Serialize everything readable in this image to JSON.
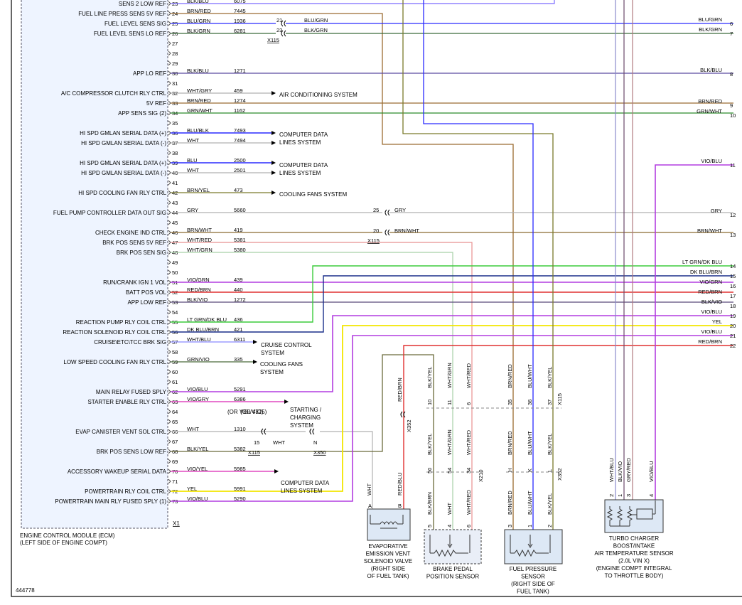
{
  "figure_id": "444778",
  "ecm": {
    "title_line1": "ENGINE CONTROL MODULE (ECM)",
    "title_line2": "(LEFT SIDE OF ENGINE COMPT)",
    "connector": "X1",
    "pins": [
      {
        "num": "23",
        "label": "SENS 2 LOW REF",
        "color": "BLK/BLU",
        "circuit": "6075"
      },
      {
        "num": "24",
        "label": "FUEL LINE PRESS SENS 5V REF",
        "color": "BRN/RED",
        "circuit": "7445"
      },
      {
        "num": "25",
        "label": "FUEL LEVEL SENS SIG",
        "color": "BLU/GRN",
        "circuit": "1936"
      },
      {
        "num": "26",
        "label": "FUEL LEVEL SENS LO REF",
        "color": "BLK/GRN",
        "circuit": "6281"
      },
      {
        "num": "27",
        "label": "",
        "color": "",
        "circuit": ""
      },
      {
        "num": "28",
        "label": "",
        "color": "",
        "circuit": ""
      },
      {
        "num": "29",
        "label": "",
        "color": "",
        "circuit": ""
      },
      {
        "num": "30",
        "label": "APP LO REF",
        "color": "BLK/BLU",
        "circuit": "1271"
      },
      {
        "num": "31",
        "label": "",
        "color": "",
        "circuit": ""
      },
      {
        "num": "32",
        "label": "A/C COMPRESSOR CLUTCH RLY CTRL",
        "color": "WHT/GRY",
        "circuit": "459"
      },
      {
        "num": "33",
        "label": "5V REF",
        "color": "BRN/RED",
        "circuit": "1274"
      },
      {
        "num": "34",
        "label": "APP SENS SIG (2)",
        "color": "GRN/WHT",
        "circuit": "1162"
      },
      {
        "num": "35",
        "label": "",
        "color": "",
        "circuit": ""
      },
      {
        "num": "36",
        "label": "HI SPD GMLAN SERIAL DATA (+)",
        "color": "BLU/BLK",
        "circuit": "7493"
      },
      {
        "num": "37",
        "label": "HI SPD GMLAN SERIAL DATA (-)",
        "color": "WHT",
        "circuit": "7494"
      },
      {
        "num": "38",
        "label": "",
        "color": "",
        "circuit": ""
      },
      {
        "num": "39",
        "label": "HI SPD GMLAN SERIAL DATA (+)",
        "color": "BLU",
        "circuit": "2500"
      },
      {
        "num": "40",
        "label": "HI SPD GMLAN SERIAL DATA (-)",
        "color": "WHT",
        "circuit": "2501"
      },
      {
        "num": "41",
        "label": "",
        "color": "",
        "circuit": ""
      },
      {
        "num": "42",
        "label": "HI SPD COOLING FAN RLY CTRL",
        "color": "BRN/YEL",
        "circuit": "473"
      },
      {
        "num": "43",
        "label": "",
        "color": "",
        "circuit": ""
      },
      {
        "num": "44",
        "label": "FUEL PUMP CONTROLLER DATA OUT SIG",
        "color": "GRY",
        "circuit": "5660"
      },
      {
        "num": "45",
        "label": "",
        "color": "",
        "circuit": ""
      },
      {
        "num": "46",
        "label": "CHECK ENGINE IND CTRL",
        "color": "BRN/WHT",
        "circuit": "419"
      },
      {
        "num": "47",
        "label": "BRK POS SENS 5V REF",
        "color": "WHT/RED",
        "circuit": "5381"
      },
      {
        "num": "48",
        "label": "BRK POS SEN SIG",
        "color": "WHT/GRN",
        "circuit": "5380"
      },
      {
        "num": "49",
        "label": "",
        "color": "",
        "circuit": ""
      },
      {
        "num": "50",
        "label": "",
        "color": "",
        "circuit": ""
      },
      {
        "num": "51",
        "label": "RUN/CRANK IGN 1 VOL",
        "color": "VIO/GRN",
        "circuit": "439"
      },
      {
        "num": "52",
        "label": "BATT POS VOL",
        "color": "RED/BRN",
        "circuit": "440"
      },
      {
        "num": "53",
        "label": "APP LOW REF",
        "color": "BLK/VIO",
        "circuit": "1272"
      },
      {
        "num": "54",
        "label": "",
        "color": "",
        "circuit": ""
      },
      {
        "num": "55",
        "label": "REACTION PUMP RLY COIL CTRL",
        "color": "LT GRN/DK BLU",
        "circuit": "436"
      },
      {
        "num": "56",
        "label": "REACTION SOLENOID RLY COIL CTRL",
        "color": "DK BLU/BRN",
        "circuit": "421"
      },
      {
        "num": "57",
        "label": "CRUISE\\ETC\\TCC BRK SIG",
        "color": "WHT/BLU",
        "circuit": "6311"
      },
      {
        "num": "58",
        "label": "",
        "color": "",
        "circuit": ""
      },
      {
        "num": "59",
        "label": "LOW SPEED COOLING FAN RLY CTRL",
        "color": "GRN/VIO",
        "circuit": "335"
      },
      {
        "num": "60",
        "label": "",
        "color": "",
        "circuit": ""
      },
      {
        "num": "61",
        "label": "",
        "color": "",
        "circuit": ""
      },
      {
        "num": "62",
        "label": "MAIN RELAY FUSED SPLY",
        "color": "VIO/BLU",
        "circuit": "5291"
      },
      {
        "num": "63",
        "label": "STARTER ENABLE RLY CTRL",
        "color": "VIO/GRY",
        "circuit": "6386"
      },
      {
        "num": "64",
        "label": "",
        "color": "",
        "circuit": ""
      },
      {
        "num": "65",
        "label": "",
        "color": "",
        "circuit": ""
      },
      {
        "num": "66",
        "label": "EVAP CANISTER VENT SOL CTRL",
        "color": "WHT",
        "circuit": "1310"
      },
      {
        "num": "67",
        "label": "",
        "color": "",
        "circuit": ""
      },
      {
        "num": "68",
        "label": "BRK POS SENS LOW REF",
        "color": "BLK/YEL",
        "circuit": "5382"
      },
      {
        "num": "69",
        "label": "",
        "color": "",
        "circuit": ""
      },
      {
        "num": "70",
        "label": "ACCESSORY WAKEUP SERIAL DATA",
        "color": "VIO/YEL",
        "circuit": "5985"
      },
      {
        "num": "71",
        "label": "",
        "color": "",
        "circuit": ""
      },
      {
        "num": "72",
        "label": "POWERTRAIN RLY COIL CTRL",
        "color": "YEL",
        "circuit": "5991"
      },
      {
        "num": "73",
        "label": "POWERTRAIN MAIN RLY FUSED SPLY (1)",
        "color": "VIO/BLU",
        "circuit": "5290"
      }
    ],
    "pin63_alt_color": "(OR YEL/VIO)",
    "pin63_alt_circuit": "(OR 4325)"
  },
  "arrow_targets": {
    "ac": "AIR CONDITIONING SYSTEM",
    "data1_l1": "COMPUTER DATA",
    "data1_l2": "LINES SYSTEM",
    "data2_l1": "COMPUTER DATA",
    "data2_l2": "LINES SYSTEM",
    "fans": "COOLING FANS SYSTEM",
    "cruise_l1": "CRUISE CONTROL",
    "cruise_l2": "SYSTEM",
    "lowfan_l1": "COOLING FANS",
    "lowfan_l2": "SYSTEM",
    "starting_l1": "STARTING /",
    "starting_l2": "CHARGING",
    "starting_l3": "SYSTEM",
    "data3_l1": "COMPUTER DATA",
    "data3_l2": "LINES SYSTEM"
  },
  "inline": {
    "x115_pin21": "21",
    "x115_pin21_color": "BLU/GRN",
    "x115_pin23": "23",
    "x115_pin23_color": "BLK/GRN",
    "x115_a": "X115",
    "x115_pin25": "25",
    "x115_pin25_color": "GRY",
    "x115_pin20": "20",
    "x115_pin20_color": "BRN/WHT",
    "x115_b": "X115",
    "x115_pin15": "15",
    "x115_pin15_color": "WHT",
    "x115_c": "X115",
    "x350_pin": "N",
    "x350": "X350",
    "x352_label": "X352",
    "x352_b": "X352",
    "x210": "X210",
    "x115_d": "X115",
    "x352_pin_a": "A",
    "x352_pin_b": "B"
  },
  "right_edge": [
    {
      "num": "6",
      "color": "BLU/GRN"
    },
    {
      "num": "7",
      "color": "BLK/GRN"
    },
    {
      "num": "8",
      "color": "BLK/BLU"
    },
    {
      "num": "9",
      "color": "BRN/RED"
    },
    {
      "num": "10",
      "color": "GRN/WHT"
    },
    {
      "num": "11",
      "color": "VIO/BLU"
    },
    {
      "num": "12",
      "color": "GRY"
    },
    {
      "num": "13",
      "color": "BRN/WHT"
    },
    {
      "num": "14",
      "color": "LT GRN/DK BLU"
    },
    {
      "num": "15",
      "color": "DK BLU/BRN"
    },
    {
      "num": "16",
      "color": "VIO/GRN"
    },
    {
      "num": "17",
      "color": "RED/BRN"
    },
    {
      "num": "18",
      "color": "BLK/VIO"
    },
    {
      "num": "19",
      "color": "VIO/BLU"
    },
    {
      "num": "20",
      "color": "YEL"
    },
    {
      "num": "21",
      "color": "VIO/BLU"
    },
    {
      "num": "22",
      "color": "RED/BRN"
    }
  ],
  "vertical_labels": {
    "evap_top": "RED/BRN",
    "evap_mid": "RED/BLU",
    "evap_wht": "WHT",
    "brk_top": [
      "BLK/YEL",
      "WHT/GRN",
      "WHT/RED"
    ],
    "brk_top_pins": [
      "10",
      "11",
      "6"
    ],
    "brk_mid": [
      "BLK/YEL",
      "WHT/GRN",
      "WHT/RED"
    ],
    "brk_mid_pins": [
      "50",
      "54",
      "34"
    ],
    "brk_bot": [
      "BLK/BRN",
      "WHT",
      "WHT/RED"
    ],
    "brk_bot_pins": [
      "5",
      "4",
      "6"
    ],
    "fuel_top": [
      "BRN/RED",
      "BLU/WHT",
      "BLK/YEL"
    ],
    "fuel_top_pins": [
      "35",
      "36",
      "37"
    ],
    "fuel_mid": [
      "BRN/RED",
      "BLU/WHT",
      "BLK/YEL"
    ],
    "fuel_mid_pins": [
      "H",
      "K",
      "L"
    ],
    "fuel_bot": [
      "BRN/RED",
      "BLU/WHT",
      "BLK/YEL"
    ],
    "fuel_bot_pins": [
      "3",
      "1",
      "2"
    ],
    "turbo": [
      "WHT/BLU",
      "BLK/VIO",
      "GRY/RED",
      "VIO/BLU"
    ],
    "turbo_pins": [
      "2",
      "1",
      "3",
      "4"
    ]
  },
  "components": {
    "evap": [
      "EVAPORATIVE",
      "EMISSION VENT",
      "SOLENOID VALVE",
      "(RIGHT SIDE",
      "OF FUEL TANK)"
    ],
    "brake": [
      "BRAKE PEDAL",
      "POSITION SENSOR"
    ],
    "fuel": [
      "FUEL PRESSURE",
      "SENSOR",
      "(RIGHT SIDE OF",
      "FUEL TANK)"
    ],
    "turbo": [
      "TURBO CHARGER",
      "BOOST/INTAKE",
      "AIR TEMPERATURE SENSOR",
      "(2.0L VIN X)",
      "(ENGINE COMPT INTEGRAL",
      "TO THROTTLE BODY)"
    ]
  },
  "colors": {
    "BLU": "#2a2aff",
    "BLK": "#222222",
    "BRN": "#9a6b30",
    "WHT": "#b8b8b8",
    "GRN": "#2a8a2a",
    "VIO": "#b23de0",
    "RED": "#e03030",
    "YEL": "#f2e600",
    "GRY": "#b0b0b0",
    "LTGRN": "#3ccc3c",
    "DKBLU": "#1a2f8a",
    "OLIVE": "#7a7a2a"
  }
}
